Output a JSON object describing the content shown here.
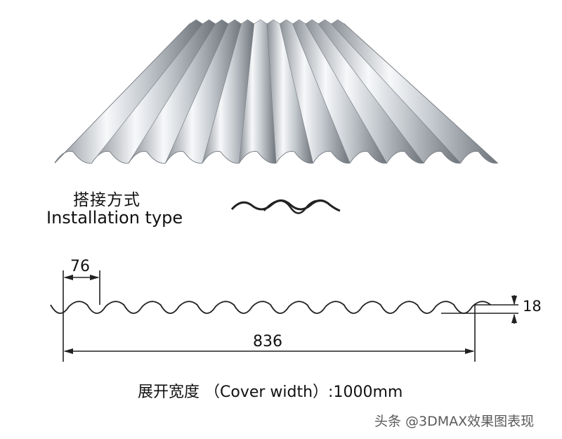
{
  "colors": {
    "metal_light": "#f4f6f8",
    "metal_mid": "#b9bec4",
    "metal_dark": "#6e747b",
    "line": "#222222"
  },
  "installation": {
    "label_cn": "搭接方式",
    "label_en": "Installation type"
  },
  "dimensions": {
    "pitch": "76",
    "height": "18",
    "width": "836",
    "cover_width": "展开宽度 （Cover width）:1000mm"
  },
  "watermark": "头条 @3DMAX效果图表现"
}
